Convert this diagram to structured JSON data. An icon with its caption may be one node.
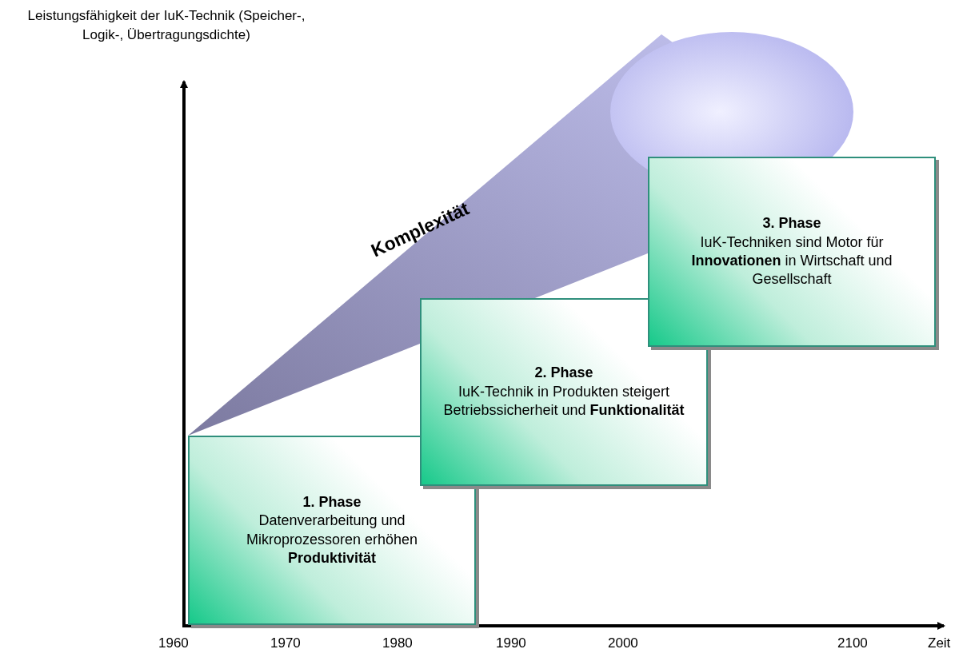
{
  "diagram": {
    "nodes": [
      {
        "text": [
          "Komplexität"
        ]
      },
      {
        "text": [
          "1. Phase",
          "Datenverarbeitung und Mikroprozessoren erhöhen **Produktivität**"
        ]
      },
      {
        "text": [
          "2. Phase",
          "IuK-Technik in Produkten steigert Betriebssicherheit und **Funktionalität**"
        ]
      },
      {
        "text": [
          "3. Phase",
          "IuK-Techniken sind Motor für **Innovationen** in Wirtschaft und Gesellschaft"
        ]
      }
    ],
    "labels": [
      "Leistungsfähigkeit der IuK-Technik (Speicher-, Logik-, Übertragungsdichte)",
      "1960",
      "1970",
      "1980",
      "1990",
      "2000",
      "2100",
      "Zeit"
    ]
  }
}
